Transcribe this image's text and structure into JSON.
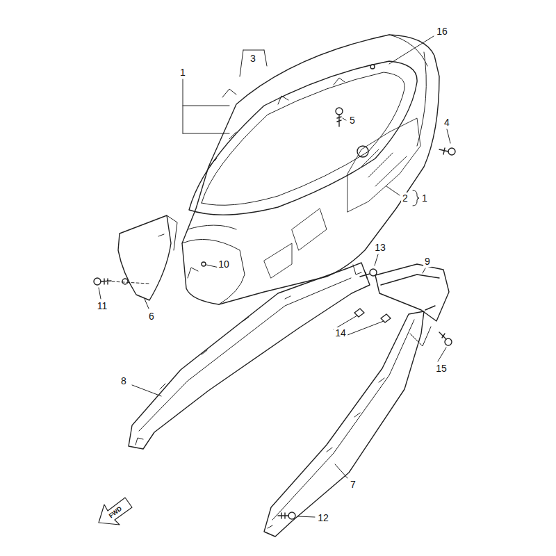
{
  "diagram": {
    "labels": [
      "1",
      "3",
      "16",
      "5",
      "4",
      "2",
      "1",
      "13",
      "9",
      "10",
      "11",
      "6",
      "14",
      "15",
      "8",
      "7",
      "12",
      "FWD"
    ]
  }
}
